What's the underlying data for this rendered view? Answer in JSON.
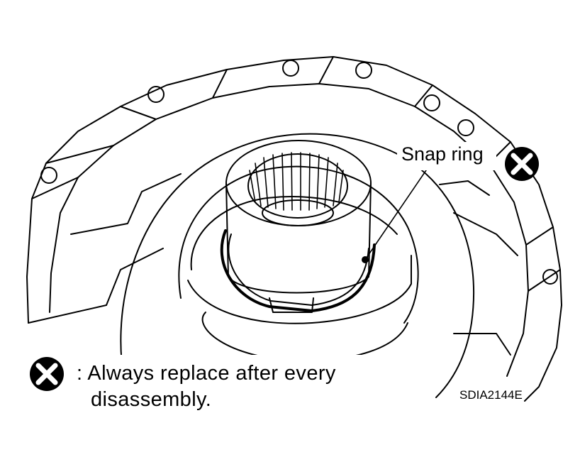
{
  "diagram": {
    "callout_label": "Snap ring",
    "legend_colon": ":",
    "legend_line1": "Always replace after every",
    "legend_line2": "disassembly.",
    "figure_code": "SDIA2144E",
    "symbol_icon": "replace-x-icon",
    "line_color": "#000000",
    "background_color": "#ffffff"
  }
}
